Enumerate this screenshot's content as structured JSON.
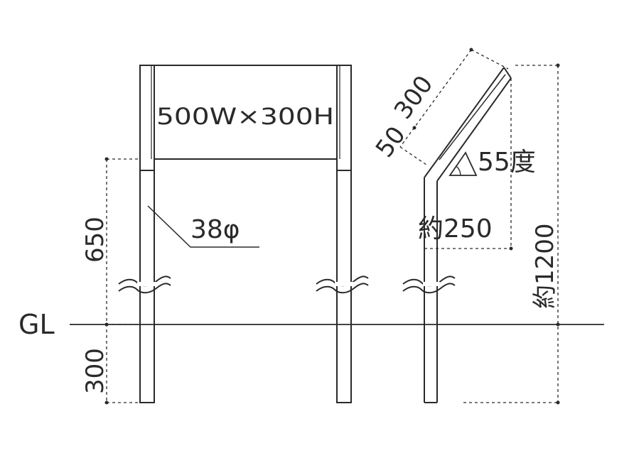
{
  "labels": {
    "sign_size": "500W×300H",
    "pipe_diameter": "38φ",
    "height_above_ground": "650",
    "depth_below_ground": "300",
    "ground_line": "GL",
    "panel_height": "300",
    "panel_offset": "50",
    "tilt_angle": "55度",
    "horizontal_reach": "約250",
    "total_height": "約1200"
  },
  "colors": {
    "line": "#2a2a2a",
    "background": "#ffffff"
  }
}
